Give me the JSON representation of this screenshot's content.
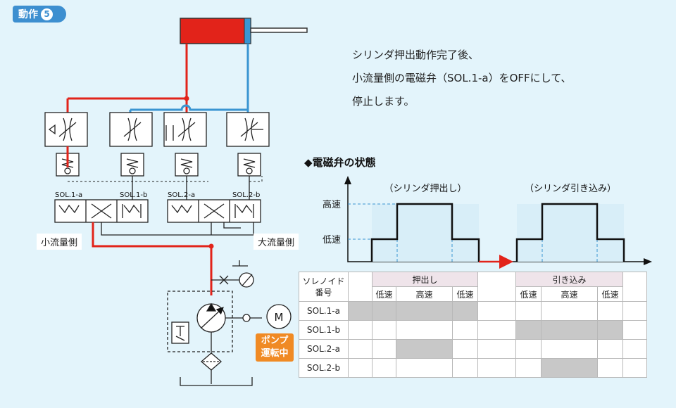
{
  "step": {
    "label": "動作",
    "number": "5"
  },
  "description": {
    "lines": [
      "シリンダ押出動作完了後、",
      "小流量側の電磁弁（SOL.1-a）をOFFにして、",
      "停止します。"
    ]
  },
  "circuit": {
    "solenoid_labels": [
      "SOL.1-a",
      "SOL.1-b",
      "SOL.2-a",
      "SOL.2-b"
    ],
    "side_small": "小流量側",
    "side_large": "大流量側",
    "motor": "M",
    "pump_status": [
      "ポンプ",
      "運転中"
    ],
    "colors": {
      "pressure_line": "#e2231a",
      "return_line": "#3a95d2",
      "cylinder_fill": "#e2231a"
    }
  },
  "state_chart": {
    "title": "◆電磁弁の状態",
    "phase_labels": [
      "（シリンダ押出し）",
      "（シリンダ引き込み）"
    ],
    "level_labels": {
      "high": "高速",
      "low": "低速"
    },
    "profile": [
      "low",
      "high",
      "low",
      "off",
      "low",
      "high",
      "low"
    ]
  },
  "table": {
    "corner": [
      "ソレノイド",
      "番号"
    ],
    "groups": [
      "押出し",
      "引き込み"
    ],
    "subheaders": [
      "低速",
      "高速",
      "低速"
    ],
    "rows": [
      {
        "label": "SOL.1-a",
        "on": [
          1,
          1,
          1,
          1,
          0,
          0,
          0,
          0,
          0
        ]
      },
      {
        "label": "SOL.1-b",
        "on": [
          0,
          0,
          0,
          0,
          0,
          1,
          1,
          1,
          0
        ]
      },
      {
        "label": "SOL.2-a",
        "on": [
          0,
          0,
          1,
          0,
          0,
          0,
          0,
          0,
          0
        ]
      },
      {
        "label": "SOL.2-b",
        "on": [
          0,
          0,
          0,
          0,
          0,
          0,
          1,
          0,
          0
        ]
      }
    ]
  }
}
